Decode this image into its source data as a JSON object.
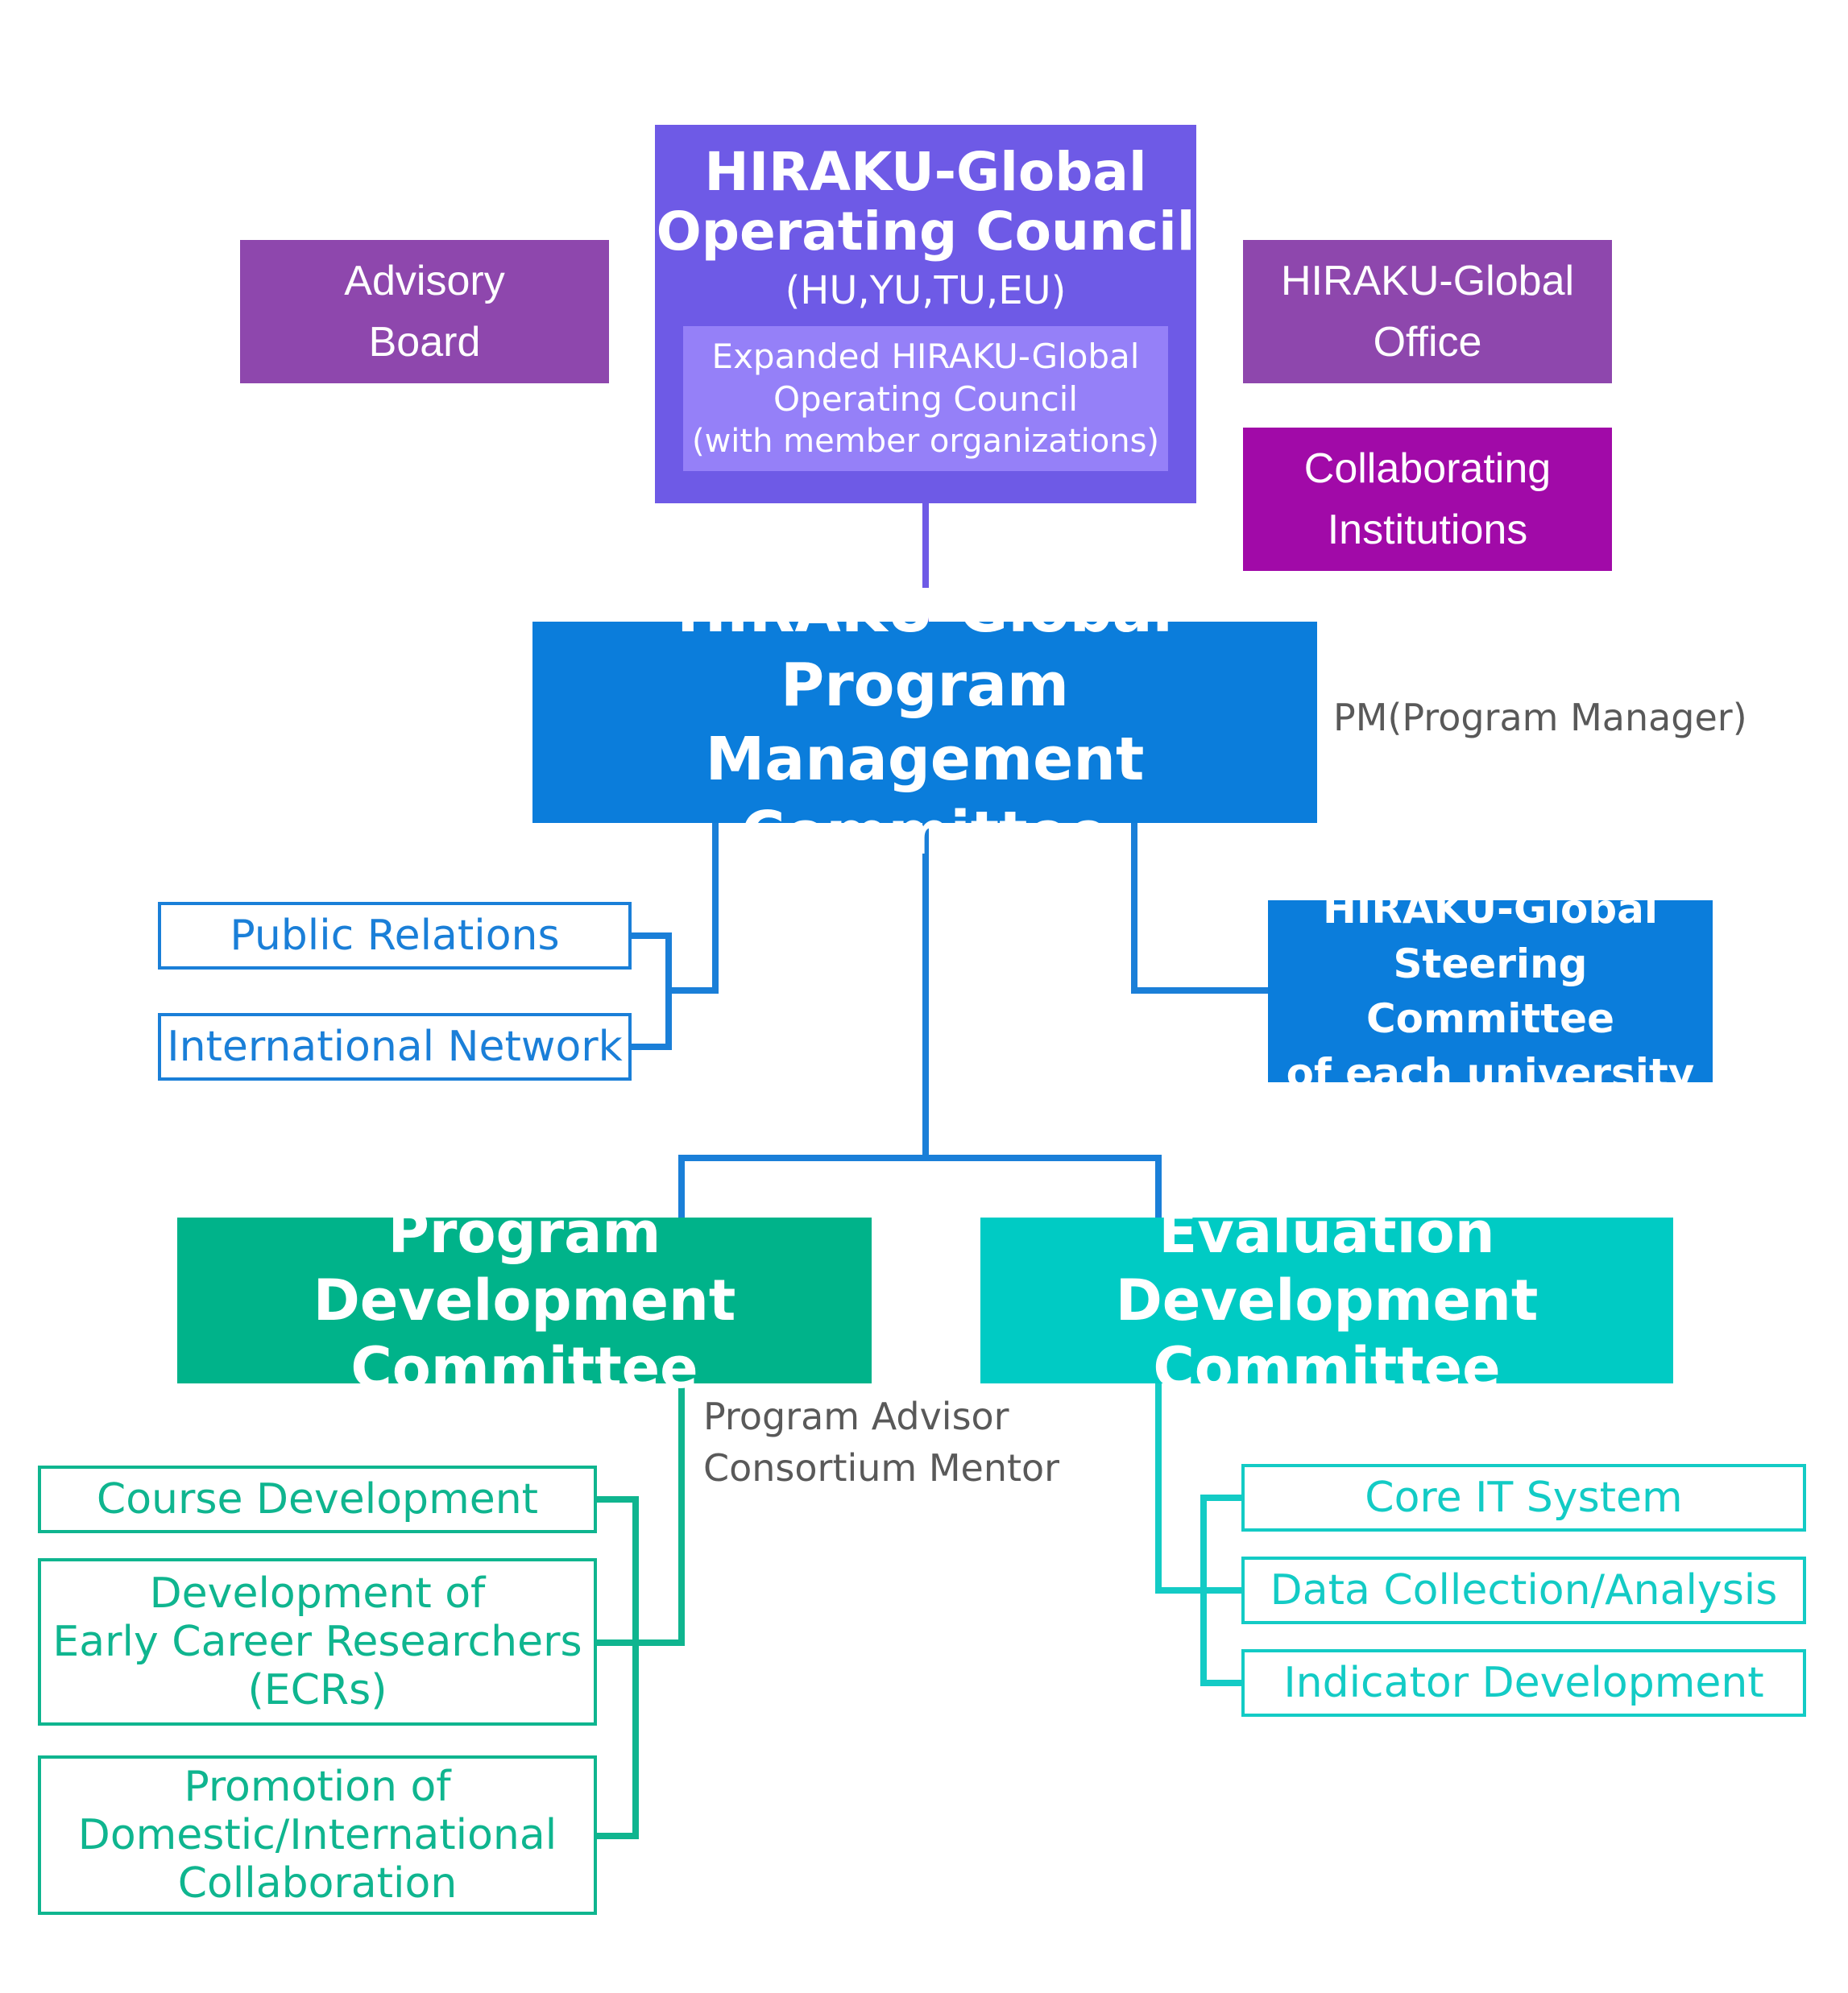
{
  "council": {
    "title_line1": "HIRAKU-Global",
    "title_line2": "Operating Council",
    "members": "(HU,YU,TU,EU)",
    "expanded": {
      "line1": "Expanded HIRAKU-Global",
      "line2": "Operating Council",
      "line3": "(with member organizations)"
    }
  },
  "advisory_board": {
    "line1": "Advisory",
    "line2": "Board"
  },
  "office": {
    "line1": "HIRAKU-Global",
    "line2": "Office"
  },
  "collaborating": {
    "line1": "Collaborating",
    "line2": "Institutions"
  },
  "program_management": {
    "line1": "HIRAKU-Global Program",
    "line2": "Management Committee",
    "note": "PM(Program Manager)"
  },
  "public_relations": "Public Relations",
  "international_network": "International Network",
  "steering": {
    "line1": "HIRAKU-Global",
    "line2": "Steering Committee",
    "line3": "of each university"
  },
  "program_development": {
    "line1": "Program Development",
    "line2": "Committee",
    "note_line1": "Program Advisor",
    "note_line2": "Consortium Mentor",
    "children": {
      "course": "Course Development",
      "ecr_line1": "Development of",
      "ecr_line2": "Early Career Researchers",
      "ecr_line3": "(ECRs)",
      "promo_line1": "Promotion of",
      "promo_line2": "Domestic/International",
      "promo_line3": "Collaboration"
    }
  },
  "evaluation_development": {
    "line1": "Evaluation Development",
    "line2": "Committee",
    "children": {
      "core_it": "Core IT System",
      "data_collection": "Data Collection/Analysis",
      "indicator": "Indicator Development"
    }
  },
  "colors": {
    "council": "#6e5ae6",
    "council_inner": "#9580f8",
    "side_purple": "#8e47ad",
    "collaborating": "#a10aa8",
    "blue": "#0b7ddb",
    "green": "#00b38a",
    "teal": "#00cbc4"
  }
}
